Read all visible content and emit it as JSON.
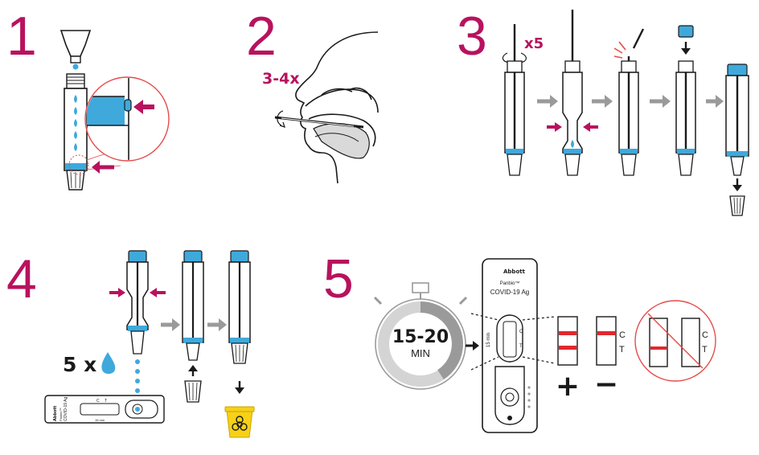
{
  "colors": {
    "magenta": "#b8125e",
    "blue": "#3fa9dc",
    "gray": "#9a9a9a",
    "dark": "#1a1a1a",
    "red": "#e0282e",
    "yellow": "#f7d117",
    "circle_red": "#e54b4b"
  },
  "steps": {
    "s1": "1",
    "s2": "2",
    "s3": "3",
    "s4": "4",
    "s5": "5"
  },
  "step2": {
    "rotations": "3-4x"
  },
  "step3": {
    "rotations": "x5"
  },
  "step4": {
    "drops_count": "5 x",
    "device_brand": "Abbott",
    "device_product": "Panbio™",
    "device_name": "COVID-19 Ag",
    "device_time": "15 min",
    "label_c": "C",
    "label_t": "T"
  },
  "step5": {
    "time_value": "15-20",
    "time_unit": "MIN",
    "device_brand": "Abbott",
    "device_product": "Panbio™",
    "device_name": "COVID-19 Ag",
    "device_time": "15 min",
    "window_c": "C",
    "window_t": "T",
    "label_c": "C",
    "label_t": "T",
    "positive": "+",
    "negative": "−"
  },
  "icons": [
    "drop-icon",
    "arrow-right-icon",
    "arrow-down-icon",
    "arrow-up-icon",
    "biohazard-icon",
    "stopwatch-icon",
    "rotate-icon",
    "invalid-circle-icon"
  ]
}
